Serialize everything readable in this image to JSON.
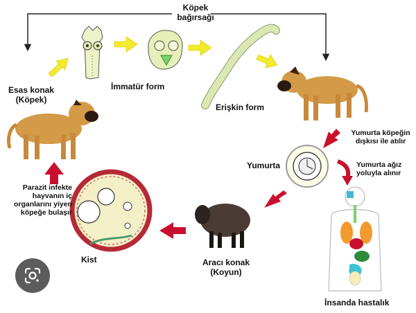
{
  "labels": {
    "dog_intestine": [
      "Köpek",
      "bağırsağı"
    ],
    "immature_form": "İmmatür form",
    "adult_form": "Erişkin form",
    "definitive_host": [
      "Esas konak",
      "(Köpek)"
    ],
    "eggs_in_feces": [
      "Yumurta köpeğin",
      "dışkısı ile atılır"
    ],
    "egg": "Yumurta",
    "oral_route": [
      "Yumurta ağız",
      "yoluyla alınır"
    ],
    "parasite_transfer": [
      "Parazit infekte",
      "hayvanın iç",
      "organlarını yiyen",
      "köpeğe bulaşır"
    ],
    "cyst": "Kist",
    "intermediate_host": [
      "Aracı konak",
      "(Koyun)"
    ],
    "human_disease": "İnsanda hastalık"
  },
  "colors": {
    "yellow_arrow": "#f2ea2a",
    "red_arrow": "#c8102e",
    "dog_coat": "#d39a48",
    "muzzle": "#2a1a10",
    "worm": "#d9e6b0",
    "cyst_wall": "#b52a36",
    "cyst_fill": "#f3f0c8",
    "egg_fill": "#fffde8",
    "lens_button": "#5c5c5c"
  },
  "icons": {
    "lens_button": "google-lens-icon"
  }
}
